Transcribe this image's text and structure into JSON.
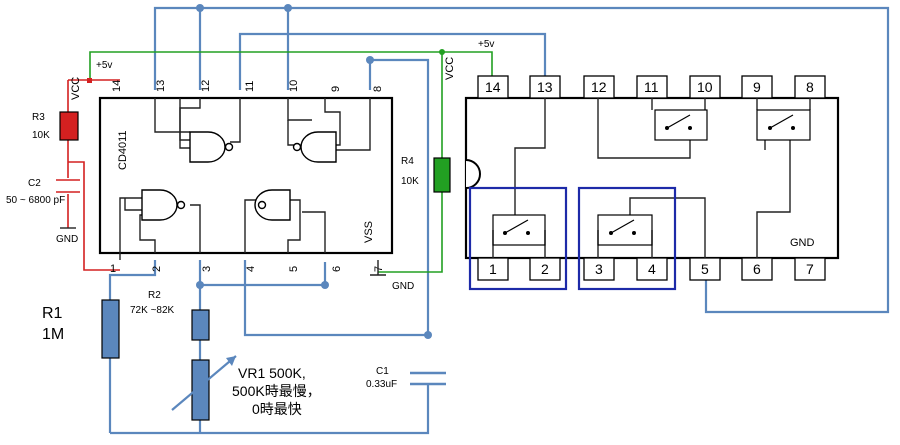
{
  "ic1": {
    "name": "CD4011",
    "top_pins": [
      "14",
      "13",
      "12",
      "11",
      "10",
      "9",
      "8"
    ],
    "bottom_pins": [
      "1",
      "2",
      "3",
      "4",
      "5",
      "6",
      "7"
    ],
    "vcc": "VCC",
    "vss": "VSS"
  },
  "ic2": {
    "top_pins": [
      "14",
      "13",
      "12",
      "11",
      "10",
      "9",
      "8"
    ],
    "bottom_pins": [
      "1",
      "2",
      "3",
      "4",
      "5",
      "6",
      "7"
    ],
    "vcc": "VCC",
    "gnd": "GND",
    "supply": "+5v"
  },
  "supply": {
    "top": "+5v",
    "gnd_label": "GND"
  },
  "components": {
    "r3": {
      "name": "R3",
      "value": "10K"
    },
    "c2": {
      "name": "C2",
      "value": "50 ~ 6800 pF",
      "gnd": "GND"
    },
    "r4": {
      "name": "R4",
      "value": "10K"
    },
    "r1": {
      "name": "R1",
      "value": "1M"
    },
    "r2": {
      "name": "R2",
      "value": "72K ~82K"
    },
    "vr1": {
      "line1": "VR1 500K,",
      "line2": "500K時最慢，",
      "line3": "0時最快"
    },
    "c1": {
      "name": "C1",
      "value": "0.33uF"
    }
  },
  "colors": {
    "wire_blue": "#5b87bd",
    "wire_green": "#22a022",
    "wire_red": "#d42020",
    "highlight": "#1d2aa8"
  }
}
